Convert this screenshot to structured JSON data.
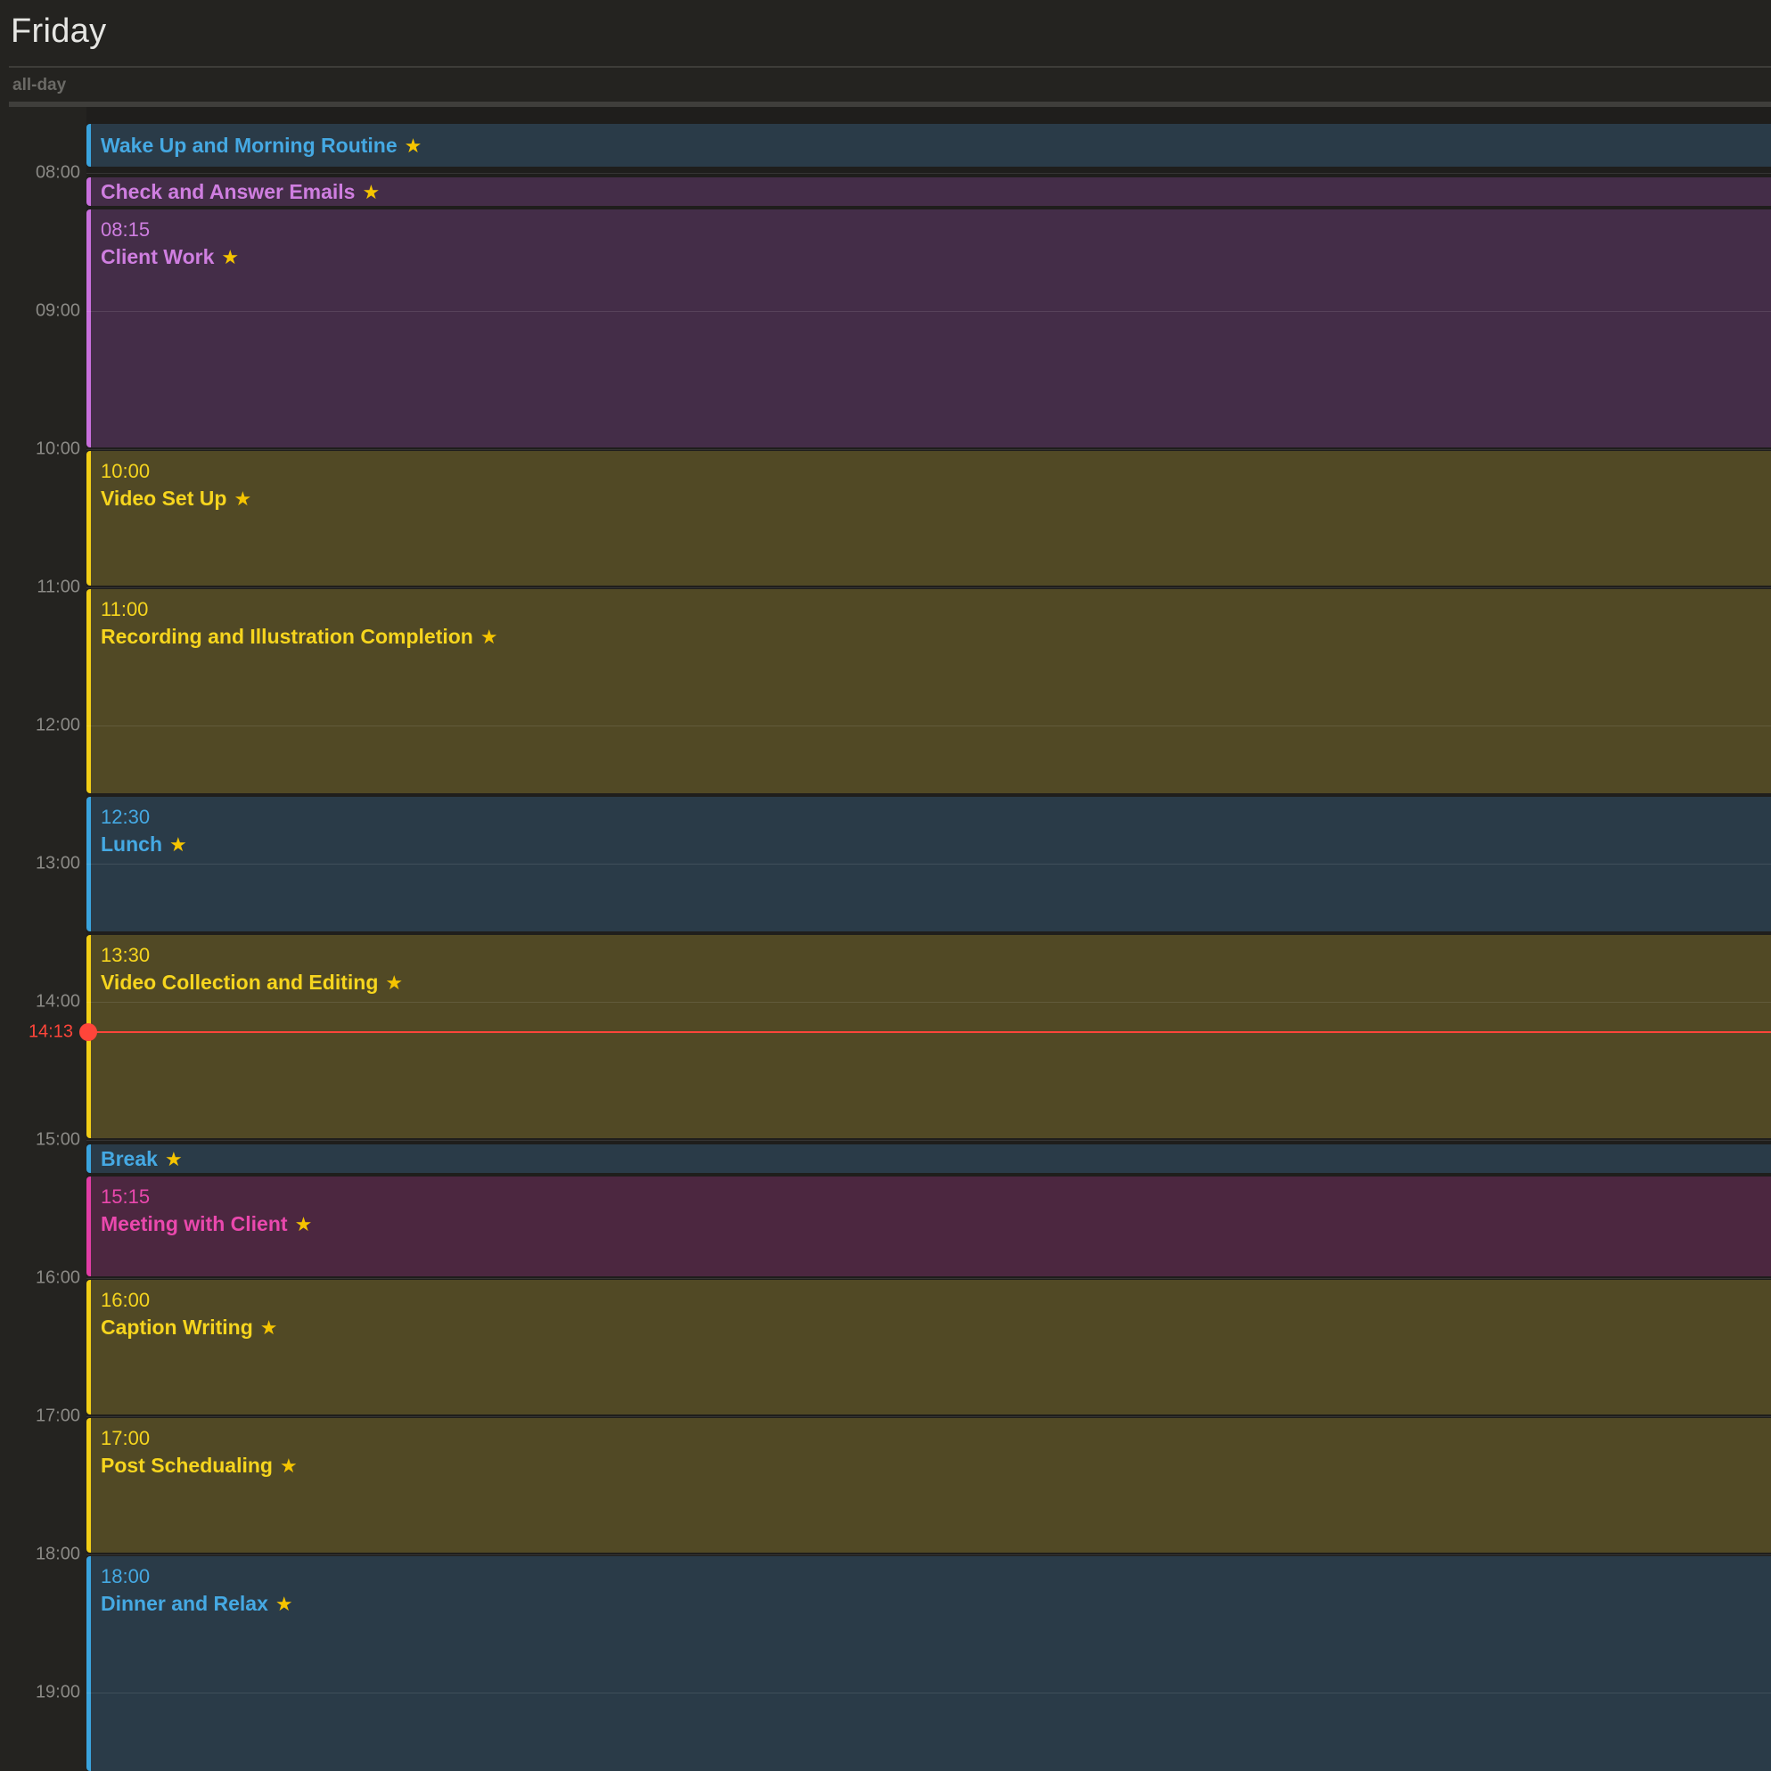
{
  "header": {
    "day": "Friday",
    "allday_label": "all-day"
  },
  "hours": [
    "08:00",
    "09:00",
    "10:00",
    "11:00",
    "12:00",
    "13:00",
    "14:00",
    "15:00",
    "16:00",
    "17:00",
    "18:00",
    "19:00"
  ],
  "colors": {
    "blue": {
      "fill": "#2a3b48",
      "bar": "#3aa3dd",
      "text": "#45a9e3"
    },
    "purple": {
      "fill": "#442d48",
      "bar": "#c86fdc",
      "text": "#cf7ee0"
    },
    "yellow": {
      "fill": "#514925",
      "bar": "#f1cd16",
      "text": "#f6d51e"
    },
    "pink": {
      "fill": "#4c2740",
      "bar": "#e13da5",
      "text": "#ea48ad"
    },
    "now": "#ff453a"
  },
  "star_icon": "star-emoji-icon",
  "events": [
    {
      "start": "07:38",
      "end": "07:58",
      "title": "Wake Up and Morning Routine",
      "time": "",
      "color": "blue"
    },
    {
      "start": "08:01",
      "end": "08:15",
      "title": "Check and Answer Emails",
      "time": "",
      "color": "purple"
    },
    {
      "start": "08:15",
      "end": "10:00",
      "title": "Client Work",
      "time": "08:15",
      "color": "purple"
    },
    {
      "start": "10:00",
      "end": "11:00",
      "title": "Video Set Up",
      "time": "10:00",
      "color": "yellow"
    },
    {
      "start": "11:00",
      "end": "12:30",
      "title": "Recording and Illustration Completion",
      "time": "11:00",
      "color": "yellow"
    },
    {
      "start": "12:30",
      "end": "13:30",
      "title": "Lunch",
      "time": "12:30",
      "color": "blue"
    },
    {
      "start": "13:30",
      "end": "15:00",
      "title": "Video Collection and Editing",
      "time": "13:30",
      "color": "yellow"
    },
    {
      "start": "15:01",
      "end": "15:15",
      "title": "Break",
      "time": "",
      "color": "blue"
    },
    {
      "start": "15:15",
      "end": "16:00",
      "title": "Meeting with Client",
      "time": "15:15",
      "color": "pink"
    },
    {
      "start": "16:00",
      "end": "17:00",
      "title": "Caption Writing",
      "time": "16:00",
      "color": "yellow"
    },
    {
      "start": "17:00",
      "end": "18:00",
      "title": "Post Schedualing",
      "time": "17:00",
      "color": "yellow"
    },
    {
      "start": "18:00",
      "end": "19:40",
      "title": "Dinner and Relax",
      "time": "18:00",
      "color": "blue"
    }
  ],
  "now": {
    "label": "14:13",
    "time": "14:13"
  }
}
